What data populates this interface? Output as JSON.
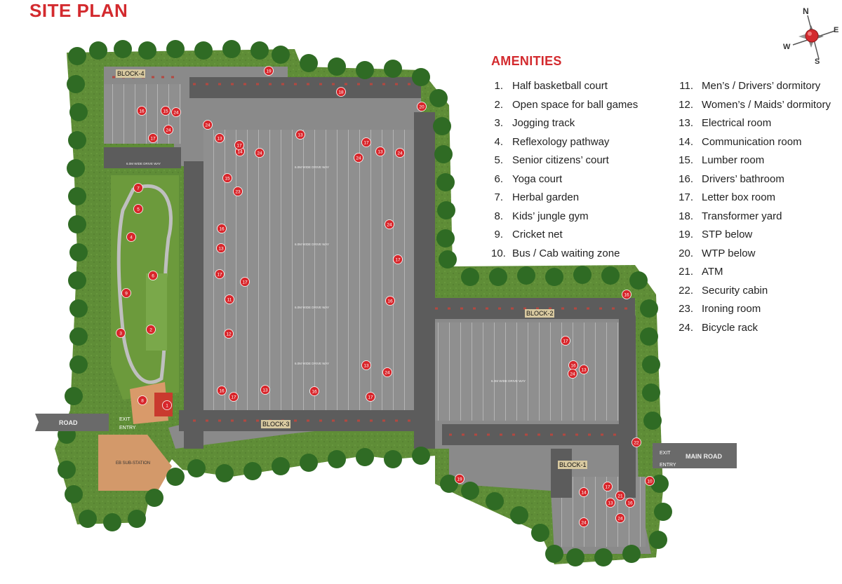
{
  "title": "SITE PLAN",
  "amenities": {
    "heading": "AMENITIES",
    "col1": [
      {
        "n": "1.",
        "label": "Half basketball court"
      },
      {
        "n": "2.",
        "label": "Open space for ball games"
      },
      {
        "n": "3.",
        "label": "Jogging track"
      },
      {
        "n": "4.",
        "label": "Reflexology pathway"
      },
      {
        "n": "5.",
        "label": "Senior citizens’ court"
      },
      {
        "n": "6.",
        "label": "Yoga court"
      },
      {
        "n": "7.",
        "label": "Herbal garden"
      },
      {
        "n": "8.",
        "label": "Kids’ jungle gym"
      },
      {
        "n": "9.",
        "label": "Cricket net"
      },
      {
        "n": "10.",
        "label": "Bus / Cab waiting zone"
      }
    ],
    "col2": [
      {
        "n": "11.",
        "label": "Men’s / Drivers’ dormitory"
      },
      {
        "n": "12.",
        "label": "Women’s / Maids’ dormitory"
      },
      {
        "n": "13.",
        "label": "Electrical room"
      },
      {
        "n": "14.",
        "label": "Communication room"
      },
      {
        "n": "15.",
        "label": "Lumber room"
      },
      {
        "n": "16.",
        "label": "Drivers’ bathroom"
      },
      {
        "n": "17.",
        "label": "Letter box room"
      },
      {
        "n": "18.",
        "label": "Transformer yard"
      },
      {
        "n": "19.",
        "label": "STP below"
      },
      {
        "n": "20.",
        "label": "WTP below"
      },
      {
        "n": "21.",
        "label": "ATM"
      },
      {
        "n": "22.",
        "label": "Security cabin"
      },
      {
        "n": "23.",
        "label": "Ironing room"
      },
      {
        "n": "24.",
        "label": "Bicycle rack"
      }
    ]
  },
  "compass": {
    "n": "N",
    "e": "E",
    "s": "S",
    "w": "W"
  },
  "map": {
    "blocks": {
      "b1": "BLOCK-1",
      "b2": "BLOCK-2",
      "b3": "BLOCK-3",
      "b4": "BLOCK-4"
    },
    "roads": {
      "road": "ROAD",
      "main_road": "MAIN ROAD",
      "exit": "EXIT",
      "entry": "ENTRY",
      "substation": "EB SUB-STATION",
      "driveway": "6.0M WIDE DRIVE WAY"
    },
    "markers": [
      "1",
      "2",
      "3",
      "4",
      "5",
      "6",
      "7",
      "8",
      "9",
      "10",
      "11",
      "12",
      "13",
      "14",
      "15",
      "16",
      "17",
      "18",
      "19",
      "20",
      "21",
      "22",
      "23",
      "24"
    ]
  },
  "colors": {
    "title_red": "#d32a2e",
    "grass": "#5c8a35",
    "tree": "#2f6b24",
    "paving": "#8c8c8c",
    "road": "#5a5a5a",
    "marker": "#d8262b",
    "parking": "#b0463f"
  }
}
